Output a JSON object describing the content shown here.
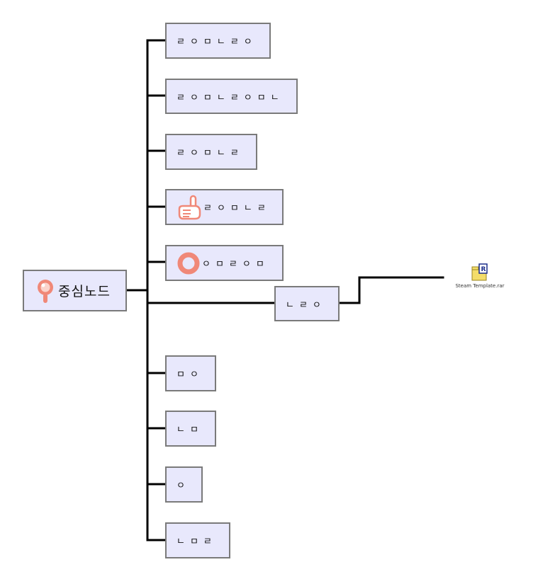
{
  "center_node": {
    "label": "중심노드",
    "icon": "magnifier-icon"
  },
  "branches": [
    {
      "id": "branch-1",
      "label": "ㄹㅇㅁㄴㄹㅇ"
    },
    {
      "id": "branch-2",
      "label": "ㄹㅇㅁㄴㄹㅇㅁㄴ"
    },
    {
      "id": "branch-3",
      "label": "ㄹㅇㅁㄴㄹ"
    },
    {
      "id": "branch-4",
      "label": "ㄹㅇㅁㄴㄹ",
      "icon": "pointing-hand-icon"
    },
    {
      "id": "branch-5",
      "label": "ㅇㅁㄹㅇㅁ",
      "icon": "ring-icon"
    },
    {
      "id": "branch-6",
      "label": "ㄴㄹㅇ"
    },
    {
      "id": "branch-7",
      "label": "ㅁㅇ"
    },
    {
      "id": "branch-8",
      "label": "ㄴㅁ"
    },
    {
      "id": "branch-9",
      "label": "ㅇ"
    },
    {
      "id": "branch-10",
      "label": "ㄴㅁㄹ"
    }
  ],
  "attachment": {
    "file_name": "Steam Template.rar",
    "icon": "rar-archive-icon"
  },
  "colors": {
    "node_fill": "#e8e8fc",
    "node_border": "#7a7a7a",
    "connector": "#000000",
    "icon_accent": "#f08878"
  }
}
